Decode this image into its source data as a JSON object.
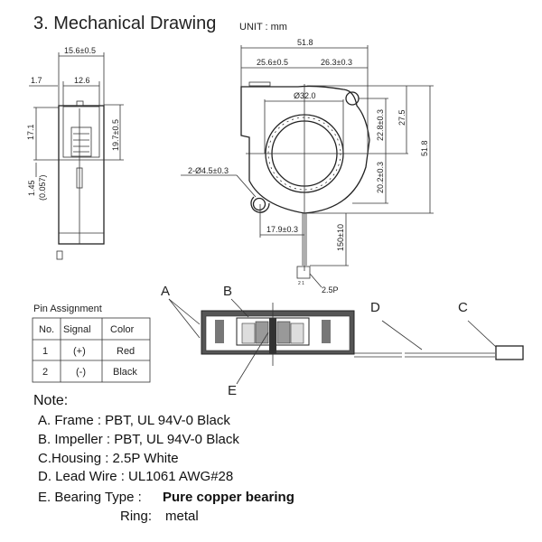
{
  "title": "3. Mechanical Drawing",
  "unit": "UNIT :  mm",
  "side_view": {
    "width_total": "15.6±0.5",
    "width_inner": "12.6",
    "offset": "1.7",
    "height_inner": "17.1",
    "height_outer": "19.7±0.5",
    "step": "1.45",
    "step_inch": "(0.057)"
  },
  "front_view": {
    "width_total": "51.8",
    "left_half": "25.6±0.5",
    "right_half": "26.3±0.3",
    "inlet_diameter": "Ø32.0",
    "hole_to_center": "22.8±0.3",
    "top_to_center": "27.5",
    "height_total": "51.8",
    "center_to_hole": "20.2±0.3",
    "mount_holes": "2-Ø4.5±0.3",
    "hole_offset": "17.9±0.3",
    "wire_length": "150±10",
    "pin_numbers": "2 1",
    "connector": "2.5P"
  },
  "pin_assignment": {
    "title": "Pin Assignment",
    "headers": [
      "No.",
      "Signal",
      "Color"
    ],
    "rows": [
      [
        "1",
        "(+)",
        "Red"
      ],
      [
        "2",
        "(-)",
        "Black"
      ]
    ]
  },
  "section_labels": {
    "a": "A",
    "b": "B",
    "c": "C",
    "d": "D",
    "e": "E"
  },
  "notes": {
    "heading": "Note:",
    "lines": [
      "A. Frame   : PBT, UL 94V-0 Black",
      "B. Impeller : PBT, UL 94V-0 Black",
      "C.Housing : 2.5P White",
      "D. Lead Wire : UL1061 AWG#28"
    ],
    "bearing_label": "E. Bearing Type : ",
    "bearing_value": "Pure copper bearing",
    "ring_label": "Ring:",
    "ring_value": "metal"
  }
}
